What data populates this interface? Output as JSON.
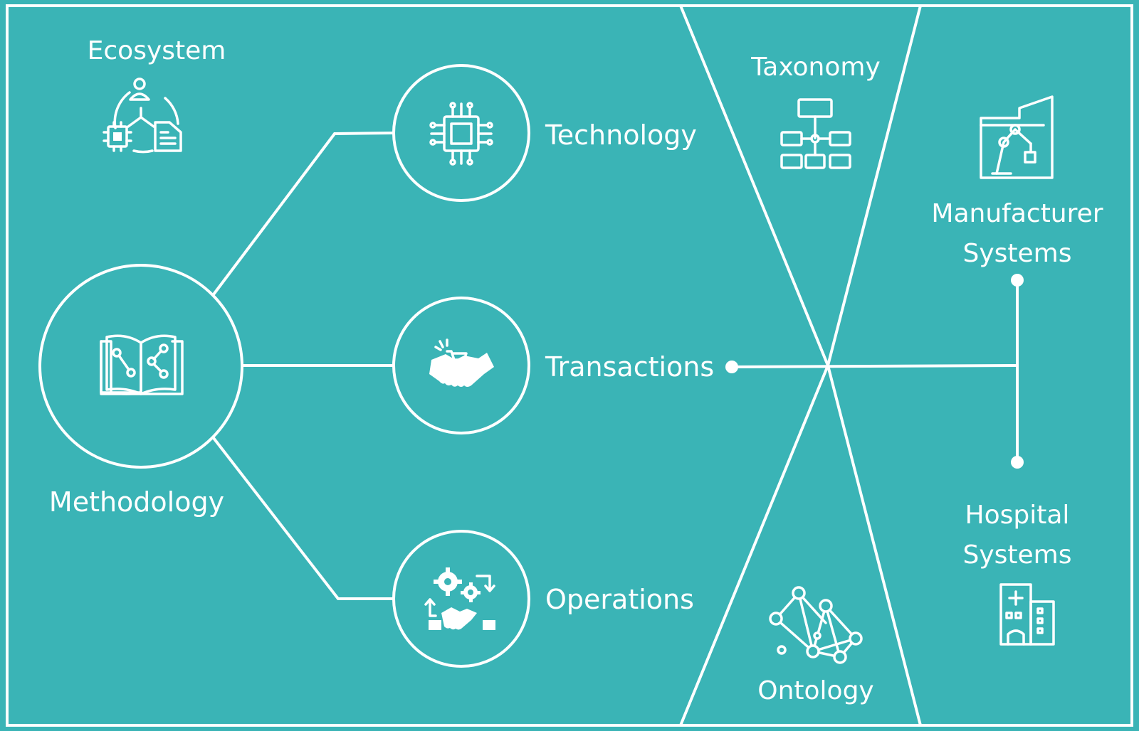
{
  "diagram": {
    "colors": {
      "background": "#3ab4b6",
      "foreground": "#ffffff"
    },
    "nodes": {
      "ecosystem": {
        "label": "Ecosystem",
        "icon": "ecosystem-icon"
      },
      "methodology": {
        "label": "Methodology",
        "icon": "open-book-network-icon"
      },
      "technology": {
        "label": "Technology",
        "icon": "chip-icon"
      },
      "transactions": {
        "label": "Transactions",
        "icon": "handshake-cart-icon"
      },
      "operations": {
        "label": "Operations",
        "icon": "gears-handshake-icon"
      },
      "taxonomy": {
        "label": "Taxonomy",
        "icon": "hierarchy-icon"
      },
      "ontology": {
        "label": "Ontology",
        "icon": "graph-network-icon"
      },
      "manufacturer": {
        "line1": "Manufacturer",
        "line2": "Systems",
        "icon": "factory-robot-arm-icon"
      },
      "hospital": {
        "line1": "Hospital",
        "line2": "Systems",
        "icon": "hospital-icon"
      }
    }
  }
}
